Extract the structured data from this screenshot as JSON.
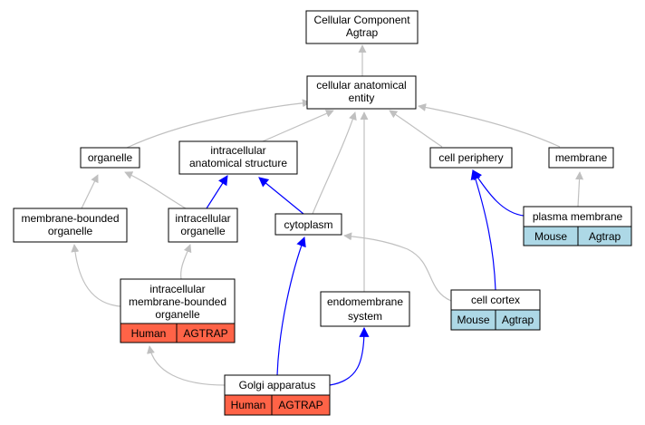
{
  "colors": {
    "gray_edge": "#c0c0c0",
    "blue_edge": "#0000ff",
    "human_fill": "#ff6347",
    "mouse_fill": "#add8e6",
    "node_fill": "#ffffff",
    "node_stroke": "#000000"
  },
  "nodes": {
    "root": [
      "Cellular Component",
      "Agtrap"
    ],
    "cae": [
      "cellular anatomical",
      "entity"
    ],
    "organelle": [
      "organelle"
    ],
    "ias": [
      "intracellular",
      "anatomical structure"
    ],
    "cellperiph": [
      "cell periphery"
    ],
    "membrane": [
      "membrane"
    ],
    "mbo": [
      "membrane-bounded",
      "organelle"
    ],
    "io": [
      "intracellular",
      "organelle"
    ],
    "cytoplasm": [
      "cytoplasm"
    ],
    "pm": [
      "plasma membrane"
    ],
    "imbo": [
      "intracellular",
      "membrane-bounded",
      "organelle"
    ],
    "endo": [
      "endomembrane",
      "system"
    ],
    "cortex": [
      "cell cortex"
    ],
    "golgi": [
      "Golgi apparatus"
    ]
  },
  "annotations": {
    "pm": [
      "Mouse",
      "Agtrap"
    ],
    "imbo": [
      "Human",
      "AGTRAP"
    ],
    "cortex": [
      "Mouse",
      "Agtrap"
    ],
    "golgi": [
      "Human",
      "AGTRAP"
    ]
  }
}
